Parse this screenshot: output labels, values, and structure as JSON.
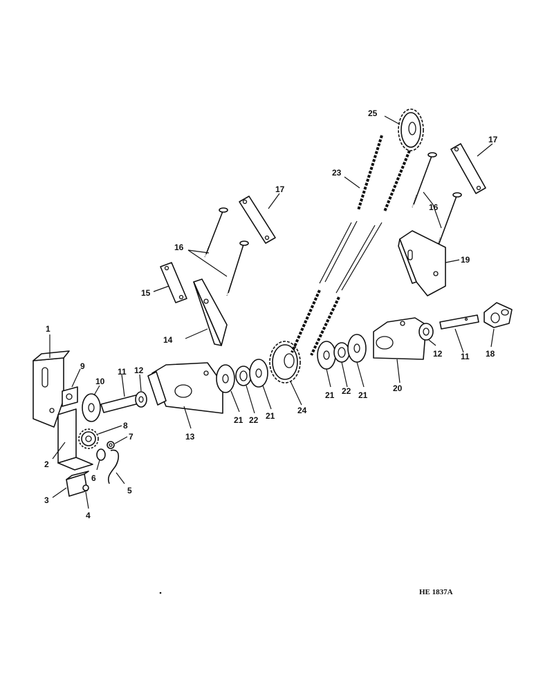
{
  "callouts": {
    "c1": "1",
    "c2": "2",
    "c3": "3",
    "c4": "4",
    "c5": "5",
    "c6": "6",
    "c7": "7",
    "c8": "8",
    "c9": "9",
    "c10": "10",
    "c11a": "11",
    "c11b": "11",
    "c12a": "12",
    "c12b": "12",
    "c13": "13",
    "c14": "14",
    "c15": "15",
    "c16a": "16",
    "c16b": "16",
    "c17a": "17",
    "c17b": "17",
    "c18": "18",
    "c19": "19",
    "c20": "20",
    "c21a": "21",
    "c21b": "21",
    "c21c": "21",
    "c21d": "21",
    "c22a": "22",
    "c22b": "22",
    "c23": "23",
    "c24": "24",
    "c25": "25"
  },
  "figure_id": "HE 1837A"
}
